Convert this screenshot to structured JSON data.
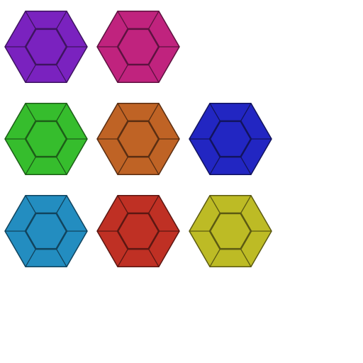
{
  "grid": {
    "columns": 3,
    "rows": 3
  },
  "gems": [
    {
      "name": "gem-purple",
      "row": 0,
      "col": 0,
      "color": "#7a22bf",
      "edge": "#3e1460"
    },
    {
      "name": "gem-magenta",
      "row": 0,
      "col": 1,
      "color": "#c0237e",
      "edge": "#5e1240"
    },
    {
      "name": "gem-green",
      "row": 1,
      "col": 0,
      "color": "#36bd2d",
      "edge": "#1d5e18"
    },
    {
      "name": "gem-orange",
      "row": 1,
      "col": 1,
      "color": "#bf6325",
      "edge": "#5a2e12"
    },
    {
      "name": "gem-blue",
      "row": 1,
      "col": 2,
      "color": "#2226c2",
      "edge": "#12145e"
    },
    {
      "name": "gem-cyan",
      "row": 2,
      "col": 0,
      "color": "#238dc0",
      "edge": "#11445e"
    },
    {
      "name": "gem-red",
      "row": 2,
      "col": 1,
      "color": "#bf3024",
      "edge": "#5c1712"
    },
    {
      "name": "gem-yellow",
      "row": 2,
      "col": 2,
      "color": "#bdbb25",
      "edge": "#5c5a12"
    }
  ]
}
